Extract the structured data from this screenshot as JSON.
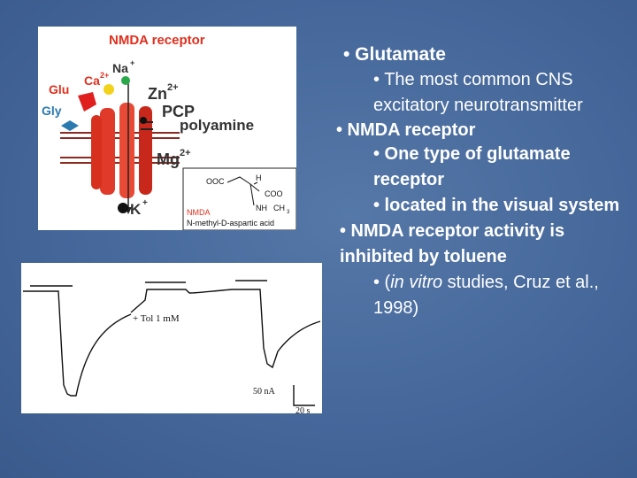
{
  "top_figure": {
    "title": "NMDA receptor",
    "ion_labels": {
      "na": "Na",
      "na_sup": "+",
      "ca": "Ca",
      "ca_sup": "2+",
      "glu": "Glu",
      "gly": "Gly",
      "zn": "Zn",
      "zn_sup": "2+",
      "pcp": "PCP",
      "polyamine": "polyamine",
      "mg": "Mg",
      "mg_sup": "2+",
      "k": "K",
      "k_sup": "+"
    },
    "structure": {
      "ooc": "OOC",
      "h": "H",
      "coo": "COO",
      "nh": "NH",
      "ch3": "CH",
      "ch3_sub": "3",
      "abbrev": "NMDA",
      "full_name": "N-methyl-D-aspartic acid"
    }
  },
  "bottom_figure": {
    "drug_label": "+ Tol 1 mM",
    "scale_current": "50 nA",
    "scale_time": "20 s"
  },
  "bullets": {
    "b1": "• Glutamate",
    "b1_1": "• The most common CNS excitatory neurotransmitter",
    "b2": "• NMDA receptor",
    "b2_1": "• One type of glutamate receptor",
    "b2_2": "• located in the visual system",
    "b3": "• NMDA receptor activity is inhibited by toluene",
    "b3_1_prefix": "• (",
    "b3_1_italic": "in vitro",
    "b3_1_suffix": " studies, Cruz et al., 1998)"
  },
  "colors": {
    "background": "#4a6ea0",
    "title_red": "#e0301e",
    "receptor_red": "#e03a2a",
    "ion_yellow": "#f2d21a",
    "ion_green": "#2aa84a",
    "gly_blue": "#2a7ab0"
  }
}
